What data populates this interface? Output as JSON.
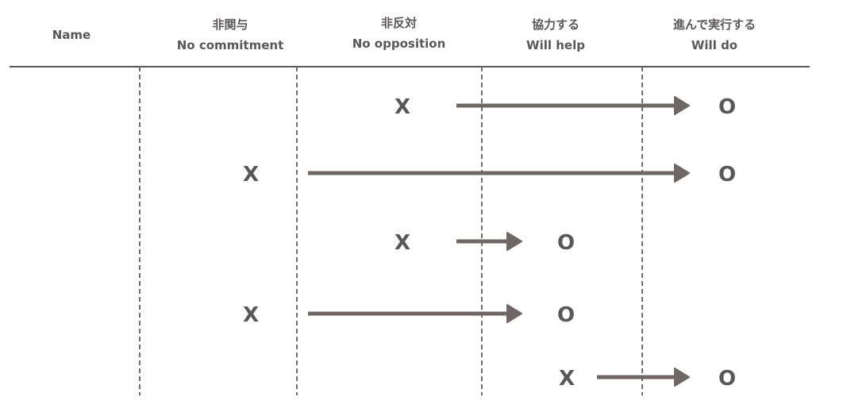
{
  "header": {
    "name": "Name",
    "columns": [
      {
        "jp": "非関与",
        "en": "No commitment"
      },
      {
        "jp": "非反対",
        "en": "No opposition"
      },
      {
        "jp": "協力する",
        "en": "Will help"
      },
      {
        "jp": "進んで実行する",
        "en": "Will do"
      }
    ]
  },
  "marks": {
    "current": "X",
    "target": "O"
  },
  "rows": [
    {
      "current": 1,
      "target": 3
    },
    {
      "current": 0,
      "target": 3
    },
    {
      "current": 1,
      "target": 2
    },
    {
      "current": 0,
      "target": 2
    },
    {
      "current": 2,
      "target": 3
    }
  ],
  "colors": {
    "text": "#5a5757",
    "arrow": "#6f6766",
    "rule": "#5a5757",
    "divider": "#6e6e6e"
  }
}
